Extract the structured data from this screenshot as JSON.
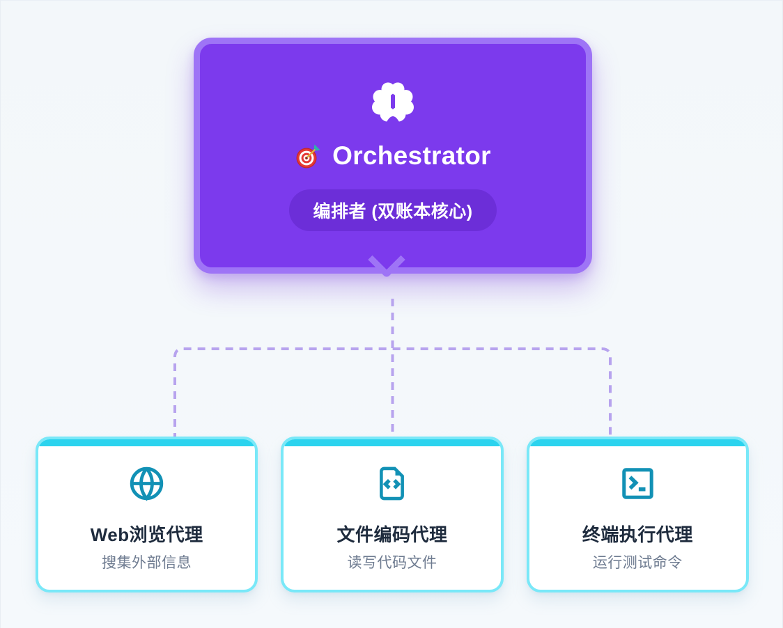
{
  "page": {
    "background": "#f4f8fb"
  },
  "orchestrator": {
    "brain_icon": "brain-icon",
    "emoji": "🎯",
    "title": "Orchestrator",
    "badge": "编排者 (双账本核心)",
    "fill_color": "#7c3aed",
    "border_color": "#9e74f6",
    "badge_bg": "#6c2ed8"
  },
  "connector": {
    "color": "#b7a3ee",
    "style": "dashed"
  },
  "agents": [
    {
      "icon": "globe-icon",
      "name": "Web浏览代理",
      "desc": "搜集外部信息"
    },
    {
      "icon": "file-code-icon",
      "name": "文件编码代理",
      "desc": "读写代码文件"
    },
    {
      "icon": "terminal-icon",
      "name": "终端执行代理",
      "desc": "运行测试命令"
    }
  ],
  "agent_card": {
    "border_color": "#79e8f8",
    "top_bar_color": "#2bd3ee",
    "icon_color": "#1291b5",
    "title_color": "#1e2b3d",
    "desc_color": "#6e7b90"
  }
}
